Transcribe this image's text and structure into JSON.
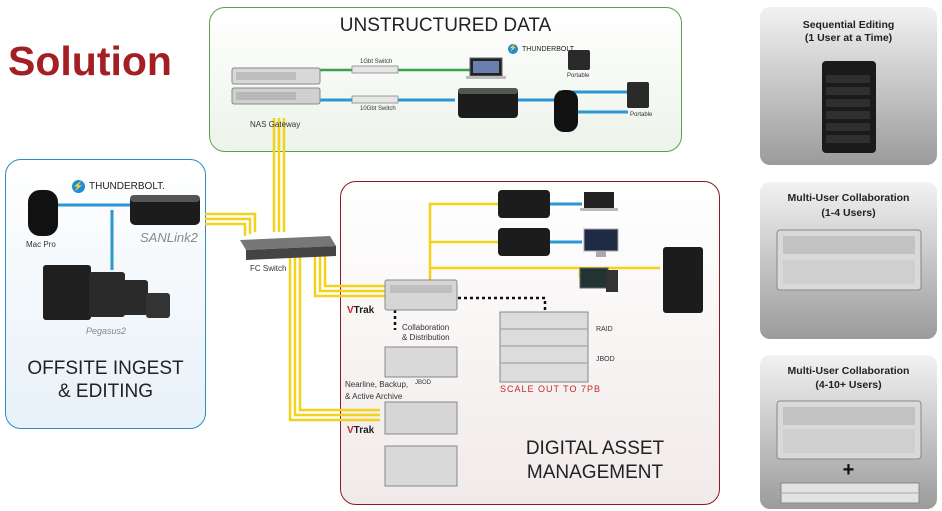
{
  "title": "Solution",
  "regions": {
    "unstructured": "UNSTRUCTURED DATA",
    "offsite_line1": "OFFSITE INGEST",
    "offsite_line2": "& EDITING",
    "dam_line1": "DIGITAL ASSET",
    "dam_line2": "MANAGEMENT"
  },
  "labels": {
    "nas_gateway": "NAS Gateway",
    "switch_1gb": "1Gbt Switch",
    "switch_10gb": "10Gbt Switch",
    "thunderbolt_top": "THUNDERBOLT",
    "portable_1": "Portable",
    "portable_2": "Portable",
    "mac_pro": "Mac Pro",
    "thunderbolt_left": "THUNDERBOLT.",
    "sanlink": "SANLink2",
    "pegasus": "Pegasus2",
    "fc_switch": "FC Switch",
    "collab_line1": "Collaboration",
    "collab_line2": "& Distribution",
    "jbod_1": "JBOD",
    "nearline_line1": "Nearline, Backup,",
    "nearline_line2": "& Active Archive",
    "raid": "RAID",
    "jbod_2": "JBOD",
    "scale_out": "SCALE OUT TO 7PB",
    "vtrak_1": "Trak",
    "vtrak_2": "Trak"
  },
  "cards": [
    {
      "title_line1": "Sequential Editing",
      "title_line2": "(1 User at a Time)"
    },
    {
      "title_line1": "Multi-User Collaboration",
      "title_line2": "(1-4 Users)"
    },
    {
      "title_line1": "Multi-User Collaboration",
      "title_line2": "(4-10+ Users)",
      "plus": "+"
    }
  ],
  "colors": {
    "title": "#a41f24",
    "fc_cable": "#f2d21b",
    "thunderbolt_cable": "#2b96d3",
    "ethernet_1gb": "#3aa14a",
    "unstructured_border": "#5aa24a",
    "offsite_border": "#2d8bc7",
    "dam_border": "#8b1b23"
  }
}
